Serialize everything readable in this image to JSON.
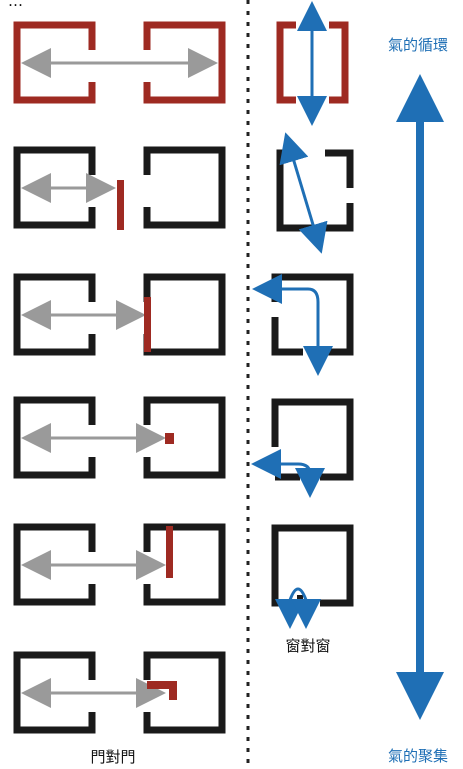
{
  "title_partial": "…",
  "labels": {
    "door_to_door": "門對門",
    "window_to_window": "窗對窗",
    "qi_circulation": "氣的循環",
    "qi_gathering": "氣的聚集"
  },
  "colors": {
    "frame": "#1a1a1a",
    "frame_red": "#9e2a22",
    "red_mark": "#9e2a22",
    "gray_arrow": "#9a9a9a",
    "blue_arrow": "#1f6fb5",
    "label_blue": "#1f6fb5",
    "divider": "#222222"
  },
  "rows": [
    {
      "name": "row-1",
      "left_frame_red": true,
      "mark": "none"
    },
    {
      "name": "row-2",
      "left_frame_red": false,
      "mark": "bar-between"
    },
    {
      "name": "row-3",
      "left_frame_red": false,
      "mark": "bar-wall"
    },
    {
      "name": "row-4",
      "left_frame_red": false,
      "mark": "dot"
    },
    {
      "name": "row-5",
      "left_frame_red": false,
      "mark": "bar-top"
    },
    {
      "name": "row-6",
      "left_frame_red": false,
      "mark": "bend"
    }
  ],
  "window_rows": [
    {
      "name": "win-1",
      "flow": "straight-through"
    },
    {
      "name": "win-2",
      "flow": "diagonal"
    },
    {
      "name": "win-3",
      "flow": "curve-left"
    },
    {
      "name": "win-4",
      "flow": "curve-small"
    },
    {
      "name": "win-5",
      "flow": "loop"
    }
  ]
}
